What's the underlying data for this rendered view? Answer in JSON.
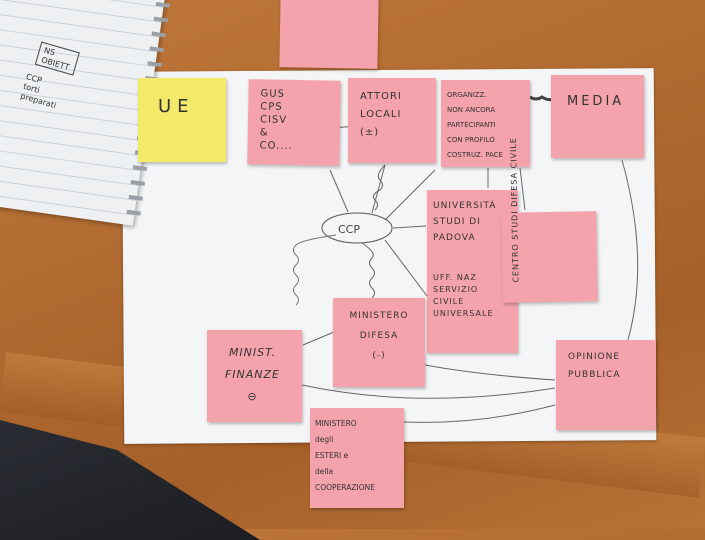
{
  "notebook": {
    "box": "NS OBIETT",
    "notes": "CCP\ntorti\npreparati"
  },
  "notes": {
    "ue": "UE",
    "gus": "GUS\nCPS\nCISV\n&\nCo....",
    "attori": "ATTORI\nLOCALI\n(±)",
    "organizz": "ORGANIZZ.\nNON ANCORA\nPARTECIPANTI\nCON PROFILO\nCOSTRUZ. PACE",
    "media": "MEDIA",
    "universita": "UNIVERSITÀ\nSTUDI DI\nPADOVA",
    "uff": "UFF. NAZ\nSERVIZIO\nCIVILE\nUNIVERSALE",
    "centro": "CENTRO\nSTUDI\nDIFESA\nCIVILE",
    "difesa": "MINISTERO\nDIFESA\n(-)",
    "finanze": "MINIST.\nFINANZE\n⊖",
    "opinione": "OPINIONE\nPUBBLICA",
    "esteri": "MINISTERO\ndegli\nESTERI e\ndella\nCOOPERAZIONE"
  },
  "center": "CCP"
}
